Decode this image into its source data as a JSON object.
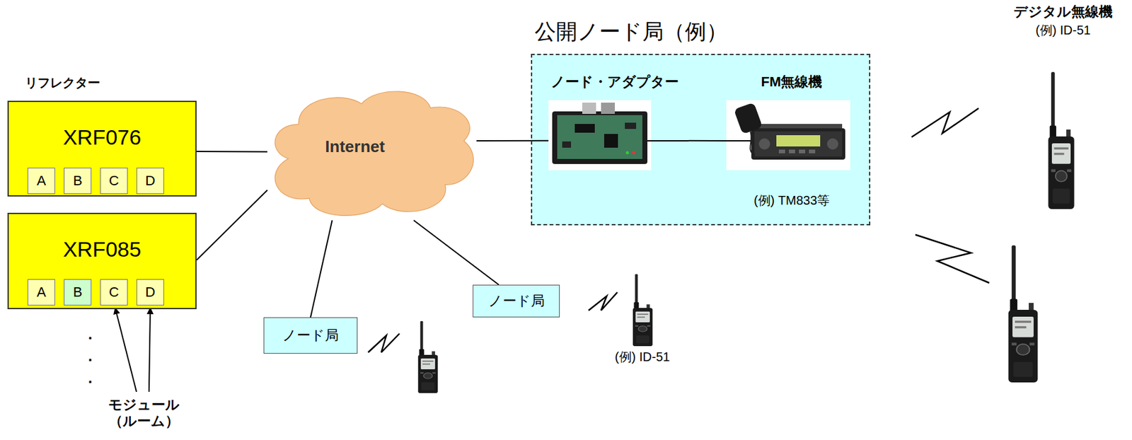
{
  "diagram": {
    "nodes": [
      {
        "text": [
          "XRF076"
        ]
      },
      {
        "text": [
          "A"
        ],
        "in": 0
      },
      {
        "text": [
          "B"
        ],
        "in": 0
      },
      {
        "text": [
          "C"
        ],
        "in": 0
      },
      {
        "text": [
          "D"
        ],
        "in": 0
      },
      {
        "text": [
          "XRF085"
        ]
      },
      {
        "text": [
          "A"
        ],
        "in": 5
      },
      {
        "text": [
          "B"
        ],
        "in": 5
      },
      {
        "text": [
          "C"
        ],
        "in": 5
      },
      {
        "text": [
          "D"
        ],
        "in": 5
      },
      {
        "text": [
          "Internet"
        ]
      },
      {
        "text": [
          "公開ノード局（例）"
        ]
      },
      {
        "text": [
          "ノード・アダプター"
        ],
        "in": 11
      },
      {
        "text": [
          "FM無線機",
          "(例) TM833等"
        ],
        "in": 11
      },
      {
        "text": [
          "ノード局"
        ]
      },
      {
        "text": [
          "ノード局"
        ]
      }
    ],
    "edges": [
      {
        "from": 0,
        "to": 10,
        "arrow": "none"
      },
      {
        "from": 5,
        "to": 10,
        "arrow": "none"
      },
      {
        "from": 10,
        "to": 12,
        "arrow": "none"
      },
      {
        "from": 12,
        "to": 13,
        "arrow": "none"
      },
      {
        "from": 10,
        "to": 14,
        "arrow": "none"
      },
      {
        "from": 10,
        "to": 15,
        "arrow": "none"
      }
    ],
    "labels": [
      "リフレクター",
      ".",
      ".",
      ".",
      "モジュール （ルーム）",
      "デジタル無線機",
      "(例) ID-51",
      "(例) ID-51"
    ]
  }
}
